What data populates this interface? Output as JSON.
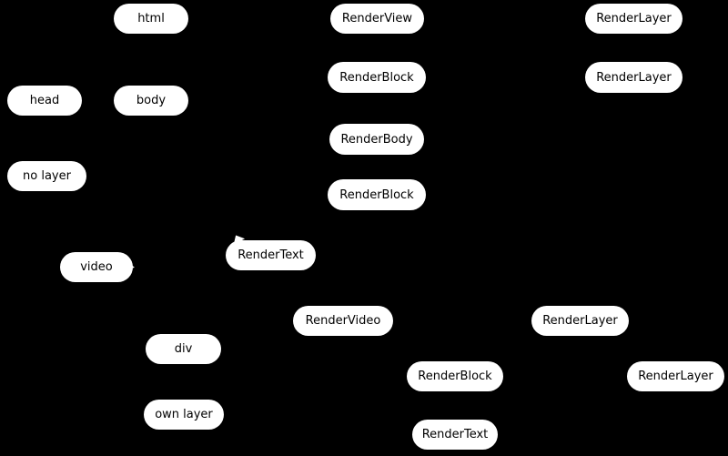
{
  "diagram": {
    "description": "Rendering pipeline diagram: DOM nodes, render objects and render layers as white pill nodes on a black background",
    "colors": {
      "background": "#000000",
      "node_fill": "#ffffff",
      "node_text": "#000000"
    },
    "columns": {
      "dom_tree": [
        "html",
        "head",
        "body",
        "no layer",
        "video",
        "div",
        "own layer"
      ],
      "render_tree": [
        "RenderView",
        "RenderBlock",
        "RenderBody",
        "RenderBlock",
        "RenderText",
        "RenderVideo",
        "RenderBlock",
        "RenderText"
      ],
      "layer_tree": [
        "RenderLayer",
        "RenderLayer",
        "RenderLayer",
        "RenderLayer"
      ]
    },
    "nodes": [
      {
        "id": "html",
        "label": "html"
      },
      {
        "id": "render-view",
        "label": "RenderView"
      },
      {
        "id": "render-layer-1",
        "label": "RenderLayer"
      },
      {
        "id": "render-block-1",
        "label": "RenderBlock"
      },
      {
        "id": "render-layer-2",
        "label": "RenderLayer"
      },
      {
        "id": "head",
        "label": "head"
      },
      {
        "id": "body",
        "label": "body"
      },
      {
        "id": "render-body",
        "label": "RenderBody"
      },
      {
        "id": "no-layer",
        "label": "no layer"
      },
      {
        "id": "render-block-2",
        "label": "RenderBlock"
      },
      {
        "id": "render-text-1",
        "label": "RenderText"
      },
      {
        "id": "video",
        "label": "video"
      },
      {
        "id": "render-video",
        "label": "RenderVideo"
      },
      {
        "id": "render-layer-3",
        "label": "RenderLayer"
      },
      {
        "id": "div",
        "label": "div"
      },
      {
        "id": "render-block-3",
        "label": "RenderBlock"
      },
      {
        "id": "render-layer-4",
        "label": "RenderLayer"
      },
      {
        "id": "own-layer",
        "label": "own layer"
      },
      {
        "id": "render-text-2",
        "label": "RenderText"
      }
    ]
  }
}
